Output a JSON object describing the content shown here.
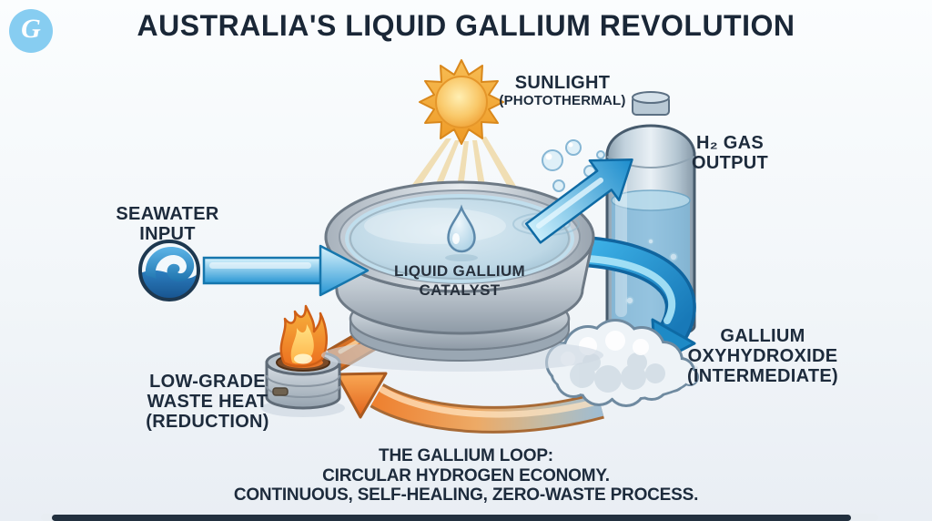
{
  "title": "AUSTRALIA'S LIQUID GALLIUM REVOLUTION",
  "logo": {
    "glyph": "G"
  },
  "nodes": {
    "sunlight": {
      "label": "SUNLIGHT",
      "sublabel": "(PHOTOTHERMAL)"
    },
    "h2_output": {
      "label": "H₂ GAS",
      "label2": "OUTPUT"
    },
    "seawater": {
      "label": "SEAWATER",
      "label2": "INPUT"
    },
    "catalyst": {
      "label": "LIQUID GALLIUM",
      "label2": "CATALYST"
    },
    "oxyhydroxide": {
      "label": "GALLIUM",
      "label2": "OXYHYDROXIDE",
      "sublabel": "(INTERMEDIATE)"
    },
    "waste_heat": {
      "label": "LOW-GRADE",
      "label2": "WASTE HEAT",
      "sublabel": "(REDUCTION)"
    }
  },
  "caption": {
    "line1": "THE GALLIUM LOOP:",
    "line2": "CIRCULAR HYDROGEN ECONOMY.",
    "line3": "CONTINUOUS, SELF-HEALING, ZERO-WASTE PROCESS."
  },
  "icons": {
    "logo": "script-g-monogram",
    "sun": "sun-with-rays",
    "wave": "ocean-wave-circle",
    "tank": "gas-storage-tank",
    "cloud": "powder-cloud",
    "flame": "burner-flame",
    "droplet": "water-droplet"
  },
  "colors": {
    "text": "#1d2b3c",
    "arrow_blue": "#2aa7e0",
    "arrow_orange": "#ee7f2d",
    "sun_gold": "#f3a93c",
    "logo_blue": "#87cdf1",
    "background_top": "#fbfdfe",
    "background_bottom": "#e9eef4",
    "progress_bar": "#22303f"
  }
}
